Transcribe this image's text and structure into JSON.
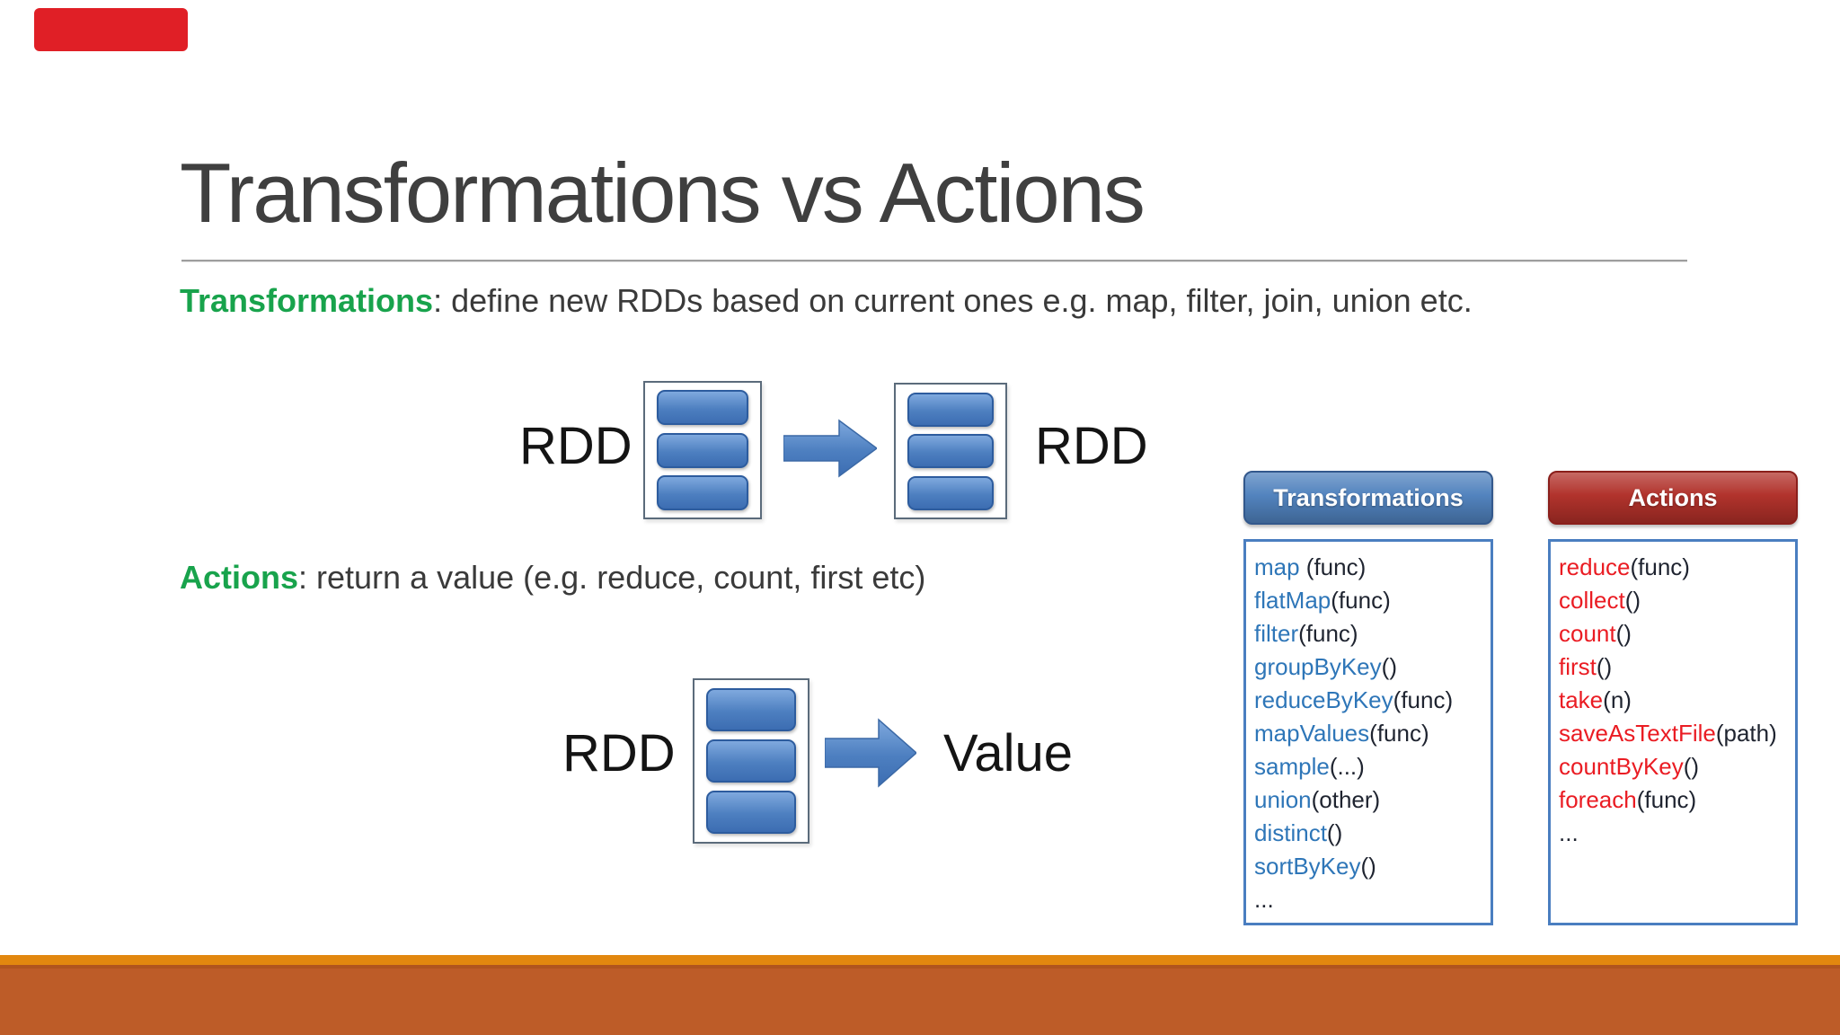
{
  "slide": {
    "title": "Transformations vs Actions",
    "definitions": [
      {
        "term": "Transformations",
        "text": ": define new RDDs based on current ones e.g. map, filter, join, union etc."
      },
      {
        "term": "Actions",
        "text": ": return a value (e.g. reduce, count, first etc)"
      }
    ],
    "diagrams": [
      {
        "left_label": "RDD",
        "right_label": "RDD",
        "blocks_per_box": 3
      },
      {
        "left_label": "RDD",
        "right_label": "Value",
        "blocks_per_box": 3
      }
    ],
    "panels": [
      {
        "header": "Transformations",
        "name_color": "#2e76b8",
        "header_fill": "#4f81bd",
        "header_border": "#33588c",
        "items": [
          {
            "name": "map",
            "args": " (func)"
          },
          {
            "name": "flatMap",
            "args": "(func)"
          },
          {
            "name": "filter",
            "args": "(func)"
          },
          {
            "name": "groupByKey",
            "args": "()"
          },
          {
            "name": "reduceByKey",
            "args": "(func)"
          },
          {
            "name": "mapValues",
            "args": "(func)"
          },
          {
            "name": "sample",
            "args": "(...)"
          },
          {
            "name": "union",
            "args": "(other)"
          },
          {
            "name": "distinct",
            "args": "()"
          },
          {
            "name": "sortByKey",
            "args": "()"
          },
          {
            "name": "",
            "args": "..."
          }
        ]
      },
      {
        "header": "Actions",
        "name_color": "#ea1c23",
        "header_fill": "#b02f28",
        "header_border": "#8a1f1b",
        "items": [
          {
            "name": "reduce",
            "args": "(func)"
          },
          {
            "name": "collect",
            "args": "()"
          },
          {
            "name": "count",
            "args": "()"
          },
          {
            "name": "first",
            "args": "()"
          },
          {
            "name": "take",
            "args": "(n)"
          },
          {
            "name": "saveAsTextFile",
            "args": "(path)"
          },
          {
            "name": "countByKey",
            "args": "()"
          },
          {
            "name": "foreach",
            "args": "(func)"
          },
          {
            "name": "",
            "args": "..."
          }
        ]
      }
    ],
    "colors": {
      "term_green": "#18a34c",
      "title_gray": "#3f3f3f",
      "body_text": "#3a3a3a",
      "args_text": "#1f2430",
      "panel_border": "#4a7ec0",
      "shape_blue": "#4d7fc0",
      "shape_blue_light": "#7fa9de",
      "shape_blue_dark": "#3c6db2",
      "shape_border": "#2d5c9e",
      "box_border": "#5b6b7b",
      "bottom_strip": "#e2870f",
      "bottom_bar": "#bd5c28",
      "badge_red": "#e01f26"
    }
  }
}
